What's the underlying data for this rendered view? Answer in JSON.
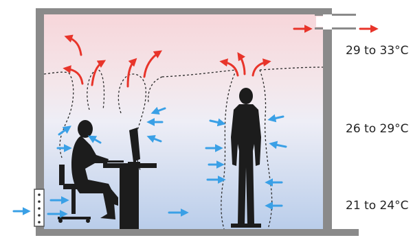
{
  "zones": [
    {
      "id": "upper",
      "temperature_label": "29 to 33°C",
      "color": "#f7d6da"
    },
    {
      "id": "middle",
      "temperature_label": "26 to 29°C",
      "color": "#eeeef6"
    },
    {
      "id": "lower",
      "temperature_label": "21 to 24°C",
      "color": "#b9cdea"
    }
  ],
  "colors": {
    "warm_air_arrow": "#e8342a",
    "cool_air_arrow": "#3aa0e6",
    "wall": "#8a8a8a",
    "silhouette": "#1c1c1c",
    "plume_outline": "#2a2a2a"
  },
  "icons": [
    "warm-air-arrow-icon",
    "cool-air-arrow-icon",
    "inlet-vent-icon",
    "exhaust-vent-icon",
    "seated-person-icon",
    "standing-person-icon",
    "computer-monitor-icon",
    "desk-icon"
  ]
}
